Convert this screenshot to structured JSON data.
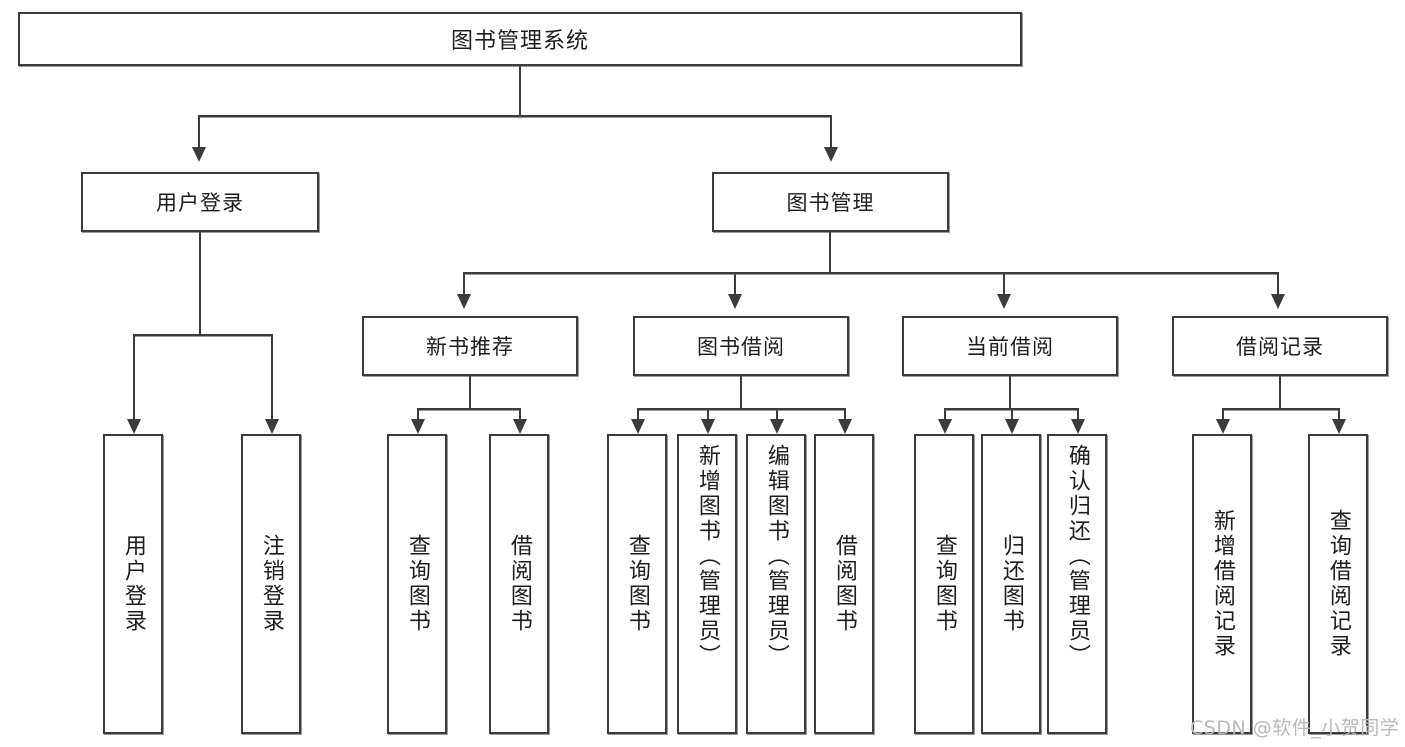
{
  "diagram": {
    "type": "tree-hierarchy-functional-decomposition",
    "title": "图书管理系统",
    "root": {
      "id": "root",
      "label": "图书管理系统"
    },
    "level2": [
      {
        "id": "user-login",
        "label": "用户登录"
      },
      {
        "id": "book-manage",
        "label": "图书管理"
      }
    ],
    "level3": [
      {
        "id": "new-book-recommend",
        "label": "新书推荐",
        "parent": "book-manage"
      },
      {
        "id": "book-borrow",
        "label": "图书借阅",
        "parent": "book-manage"
      },
      {
        "id": "current-borrow",
        "label": "当前借阅",
        "parent": "book-manage"
      },
      {
        "id": "borrow-record",
        "label": "借阅记录",
        "parent": "book-manage"
      }
    ],
    "leaves": [
      {
        "id": "leaf-user-login",
        "label": "用户登录",
        "parent": "user-login"
      },
      {
        "id": "leaf-logout",
        "label": "注销登录",
        "parent": "user-login"
      },
      {
        "id": "leaf-query-book-1",
        "label": "查询图书",
        "parent": "new-book-recommend"
      },
      {
        "id": "leaf-borrow-book-1",
        "label": "借阅图书",
        "parent": "new-book-recommend"
      },
      {
        "id": "leaf-query-book-2",
        "label": "查询图书",
        "parent": "book-borrow"
      },
      {
        "id": "leaf-add-book",
        "label": "新增图书（管理员）",
        "parent": "book-borrow"
      },
      {
        "id": "leaf-edit-book",
        "label": "编辑图书（管理员）",
        "parent": "book-borrow"
      },
      {
        "id": "leaf-borrow-book-2",
        "label": "借阅图书",
        "parent": "book-borrow"
      },
      {
        "id": "leaf-query-book-3",
        "label": "查询图书",
        "parent": "current-borrow"
      },
      {
        "id": "leaf-return-book",
        "label": "归还图书",
        "parent": "current-borrow"
      },
      {
        "id": "leaf-confirm-return",
        "label": "确认归还（管理员）",
        "parent": "current-borrow"
      },
      {
        "id": "leaf-add-record",
        "label": "新增借阅记录",
        "parent": "borrow-record"
      },
      {
        "id": "leaf-query-record",
        "label": "查询借阅记录",
        "parent": "borrow-record"
      }
    ]
  },
  "watermark": {
    "text": "CSDN @软件_小贺同学"
  },
  "colors": {
    "border": "#3b3b3b",
    "background": "#ffffff",
    "text": "#1d1d1d",
    "watermark": "#b9b9b9",
    "shadow": "#9a9a9a"
  }
}
